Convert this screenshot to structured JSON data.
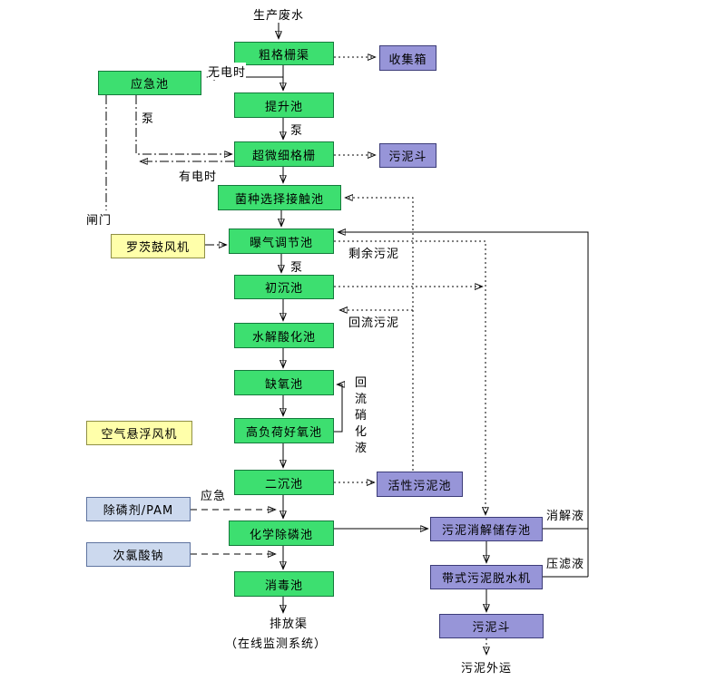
{
  "diagram": {
    "type": "flowchart",
    "colors": {
      "process_box": "#3ddf70",
      "sludge_box": "#9795d8",
      "blower_box": "#ffffaa",
      "chemical_box": "#ccd9ee",
      "line": "#000000",
      "background": "#ffffff"
    },
    "nodes": {
      "coarse_screen": {
        "label": "粗格栅渠"
      },
      "collection_box": {
        "label": "收集箱"
      },
      "emergency_pool": {
        "label": "应急池"
      },
      "lift_pool": {
        "label": "提升池"
      },
      "ultrafine_screen": {
        "label": "超微细格栅"
      },
      "sludge_hopper_top": {
        "label": "污泥斗"
      },
      "contact_pool": {
        "label": "菌种选择接触池"
      },
      "aeration_pool": {
        "label": "曝气调节池"
      },
      "roots_blower": {
        "label": "罗茨鼓风机"
      },
      "primary_sed": {
        "label": "初沉池"
      },
      "hydrolysis_pool": {
        "label": "水解酸化池"
      },
      "anoxic_pool": {
        "label": "缺氧池"
      },
      "aerobic_pool": {
        "label": "高负荷好氧池"
      },
      "air_blower": {
        "label": "空气悬浮风机"
      },
      "secondary_sed": {
        "label": "二沉池"
      },
      "activated_sludge": {
        "label": "活性污泥池"
      },
      "p_agent": {
        "label": "除磷剂/PAM"
      },
      "chem_p_pool": {
        "label": "化学除磷池"
      },
      "naclo": {
        "label": "次氯酸钠"
      },
      "disinfection_pool": {
        "label": "消毒池"
      },
      "sludge_digestion": {
        "label": "污泥消解储存池"
      },
      "belt_dewater": {
        "label": "带式污泥脱水机"
      },
      "sludge_hopper_bottom": {
        "label": "污泥斗"
      }
    },
    "labels": {
      "influent": "生产废水",
      "no_power": "无电时",
      "pump_emergency": "泵",
      "pump_lift": "泵",
      "powered": "有电时",
      "gate": "闸门",
      "pump_aeration": "泵",
      "excess_sludge": "剩余污泥",
      "return_sludge": "回流污泥",
      "nitrif_return": "回流硝化液",
      "emergency": "应急",
      "digestion_liquid": "消解液",
      "filtrate": "压滤液",
      "discharge": "排放渠",
      "monitoring": "（在线监测系统）",
      "sludge_out": "污泥外运"
    }
  }
}
